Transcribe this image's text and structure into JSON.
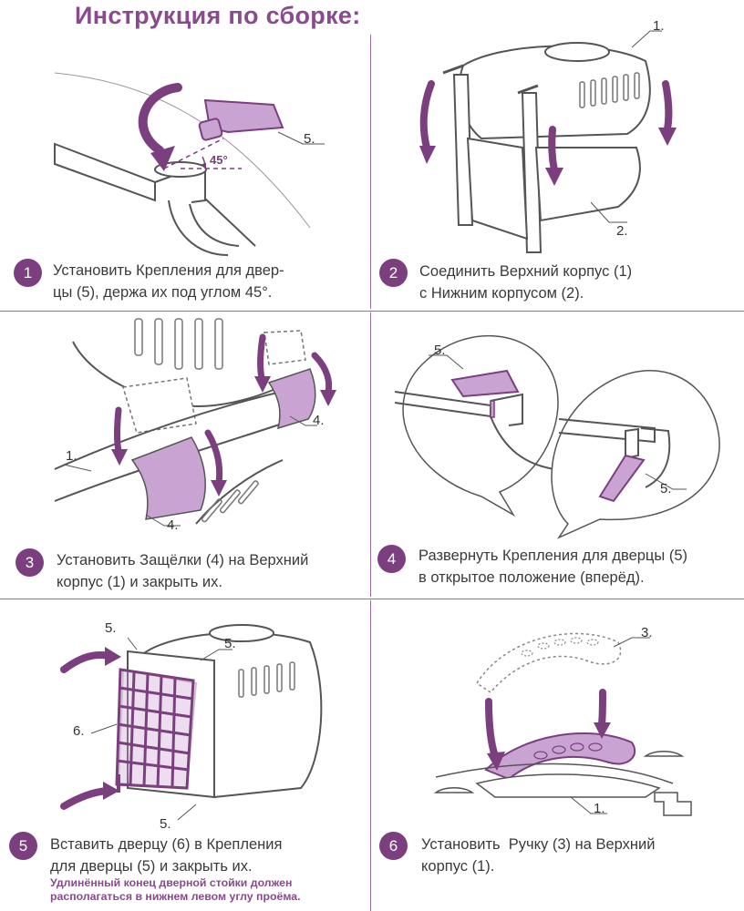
{
  "title": "Инструкция по сборке:",
  "colors": {
    "accent": "#7b3f7f",
    "lavender": "#c9a3d1",
    "line": "#555555"
  },
  "steps": [
    {
      "num": "1",
      "text": "Установить Крепления для двер-\nцы (5), держа их под углом 45°."
    },
    {
      "num": "2",
      "text": "Соединить Верхний корпус (1)\nс Нижним корпусом (2)."
    },
    {
      "num": "3",
      "text": "Установить Защёлки (4) на Верхний\nкорпус (1) и закрыть их."
    },
    {
      "num": "4",
      "text": "Развернуть Крепления для дверцы (5)\nв открытое положение (вперёд)."
    },
    {
      "num": "5",
      "text": "Вставить дверцу (6) в Крепления\nдля дверцы (5) и закрыть их.",
      "note": "Удлинённый конец дверной стойки должен\nрасполагаться в нижнем левом углу проёма."
    },
    {
      "num": "6",
      "text": "Установить  Ручку (3) на Верхний\nкорпус (1)."
    }
  ],
  "labels": {
    "angle": "45°",
    "p1": "5.",
    "p2a": "1.",
    "p2b": "2.",
    "p3a": "1.",
    "p3b": "4.",
    "p3c": "4.",
    "p4a": "5.",
    "p4b": "5.",
    "p5a": "5.",
    "p5b": "5.",
    "p5c": "6.",
    "p5d": "5.",
    "p6a": "3.",
    "p6b": "1."
  }
}
